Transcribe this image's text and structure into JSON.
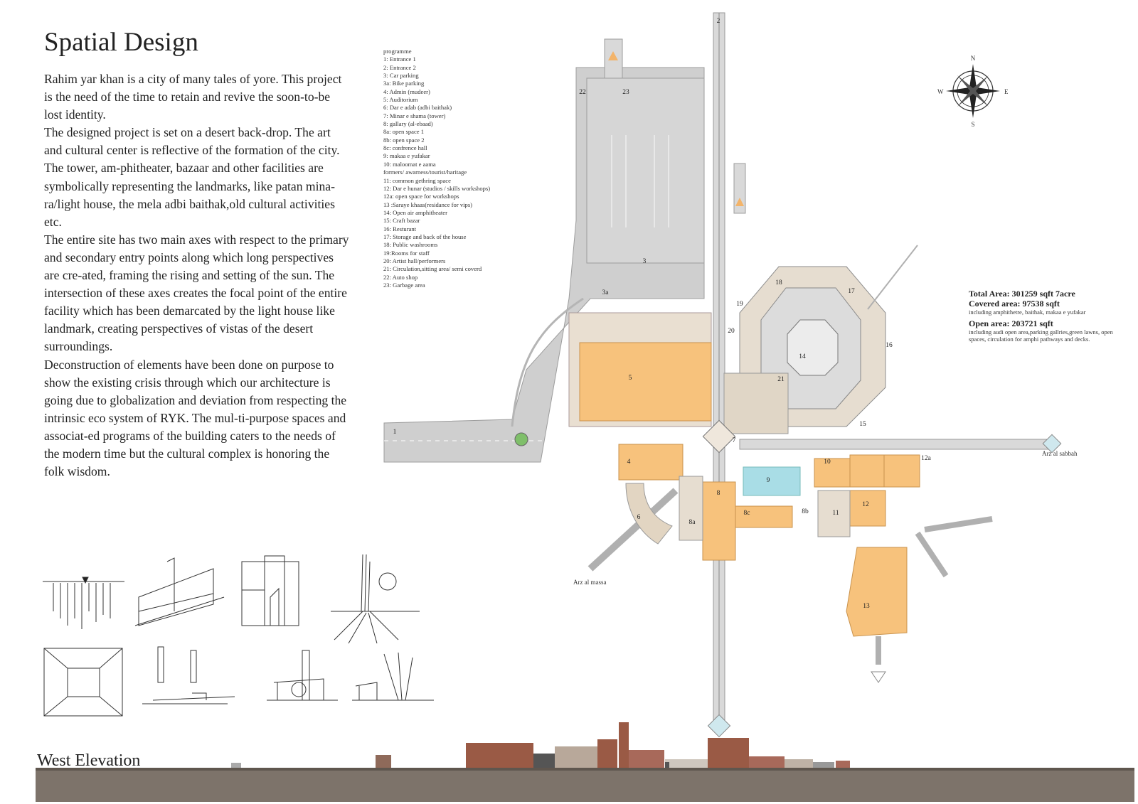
{
  "page": {
    "title": "Spatial Design",
    "paragraphs": [
      "Rahim yar khan is a city of many tales of yore. This project is the need of the time to retain and revive the soon-to-be lost identity.",
      "The designed project is set on a desert back-drop. The art and cultural center is reflective of the formation of the city. The tower, am-phitheater, bazaar and other facilities are symbolically representing the landmarks, like patan mina-ra/light house, the mela adbi baithak,old cultural activities etc.",
      "The entire site has two main axes with respect to the primary and secondary entry points along which long perspectives are cre-ated, framing the rising and setting of the sun. The intersection of these axes creates the focal point of the entire facility which has been demarcated by the light house like landmark, creating perspectives of vistas of the desert surroundings.",
      "Deconstruction of elements have been done on purpose to show the existing crisis through which our architecture is going due to globalization and deviation from respecting the intrinsic eco system of RYK. The mul-ti-purpose spaces and associat-ed programs of the building caters to the needs of the modern time but the cultural complex is honoring the folk wisdom."
    ],
    "elevation_title": "West Elevation"
  },
  "programme": {
    "heading": "programme",
    "items": [
      "1: Entrance 1",
      "2: Entrance 2",
      "3: Car parking",
      "3a: Bike parking",
      "4: Admin (mudeer)",
      "5: Auditorium",
      "6: Dar e adab (adbi baithak)",
      "7: Minar e shama (tower)",
      "8: gallary (al-ebaad)",
      "8a: open space 1",
      "8b: open space 2",
      "8c: confrence hall",
      "9: makaa e yufakar",
      "10: maloomat e aama",
      "formers/ awarness/tourist/haritage",
      "11: common gethring space",
      "12: Dar e hunar (studios / skills workshops)",
      "12a: open space for workshops",
      "13 :Saraye khaas(residance for vips)",
      "14: Open air amphitheater",
      "15: Craft bazar",
      "16: Resturant",
      "17: Storage and back of the house",
      "18: Public washrooms",
      "19:Rooms for staff",
      "20: Artist hall/performers",
      "21: Circulation,sitting area/ semi coverd",
      "22: Auto shop",
      "23: Garbage area"
    ]
  },
  "areas": {
    "total": "Total Area: 301259 sqft 7acre",
    "covered": "Covered area: 97538 sqft",
    "covered_note": "including amphithetre, baithak, makaa e yufakar",
    "open": "Open area: 203721 sqft",
    "open_note": "including audi open area,parking gallries,green lawns, open spaces, circulation for amphi pathways and decks."
  },
  "compass": {
    "n": "N",
    "s": "S",
    "e": "E",
    "w": "W"
  },
  "plan_labels": {
    "n1": "1",
    "n2": "2",
    "n3": "3",
    "n3a": "3a",
    "n4": "4",
    "n5": "5",
    "n6": "6",
    "n7": "7",
    "n8": "8",
    "n8a": "8a",
    "n8b": "8b",
    "n8c": "8c",
    "n9": "9",
    "n10": "10",
    "n11": "11",
    "n12": "12",
    "n12a": "12a",
    "n13": "13",
    "n14": "14",
    "n15": "15",
    "n16": "16",
    "n17": "17",
    "n18": "18",
    "n19": "19",
    "n20": "20",
    "n21": "21",
    "n22": "22",
    "n23": "23",
    "arz_sabbah": "Arz al sabbah",
    "arz_massa": "Arz al massa"
  },
  "colors": {
    "road": "#c9c9c9",
    "plaza": "#e6ddd0",
    "orange": "#f7c27c",
    "water": "#a9dde6",
    "brick": "#9a5a45",
    "ground": "#7d736a"
  }
}
